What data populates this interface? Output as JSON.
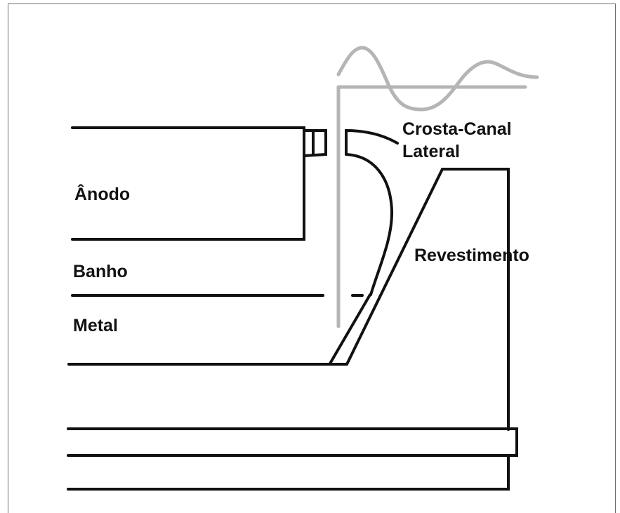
{
  "labels": {
    "anode": "Ânodo",
    "bath": "Banho",
    "metal": "Metal",
    "crust_line1": "Crosta-Canal",
    "crust_line2": "Lateral",
    "lining": "Revestimento"
  },
  "colors": {
    "structure": "#111111",
    "probe": "#b5b5b5",
    "frame": "#6e6e6e",
    "background": "#ffffff"
  }
}
